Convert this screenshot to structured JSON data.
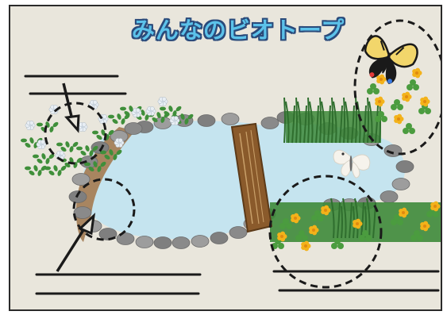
{
  "title": "みんなのビオトープ",
  "colors": {
    "background": "#e9e6dc",
    "pond_water": "#c5e4ef",
    "stones": "#8f8f8f",
    "bridge_wood": "#8a5a2b",
    "mud_slope": "#a88560",
    "leaves": "#3f8f3a",
    "yellow_flowers": "#f3b21a",
    "white_flowers": "#e8eef4",
    "title_fill": "#5cc2ea",
    "title_outline": "#2a4a7a"
  },
  "icons": [
    "swallowtail-butterfly-icon",
    "cabbage-white-butterfly-icon",
    "wooden-bridge",
    "stone-border"
  ],
  "callouts": [
    {
      "id": "top-left",
      "label": ""
    },
    {
      "id": "bottom-left",
      "label": ""
    },
    {
      "id": "top-right",
      "label": ""
    },
    {
      "id": "bottom-right",
      "label": ""
    }
  ]
}
